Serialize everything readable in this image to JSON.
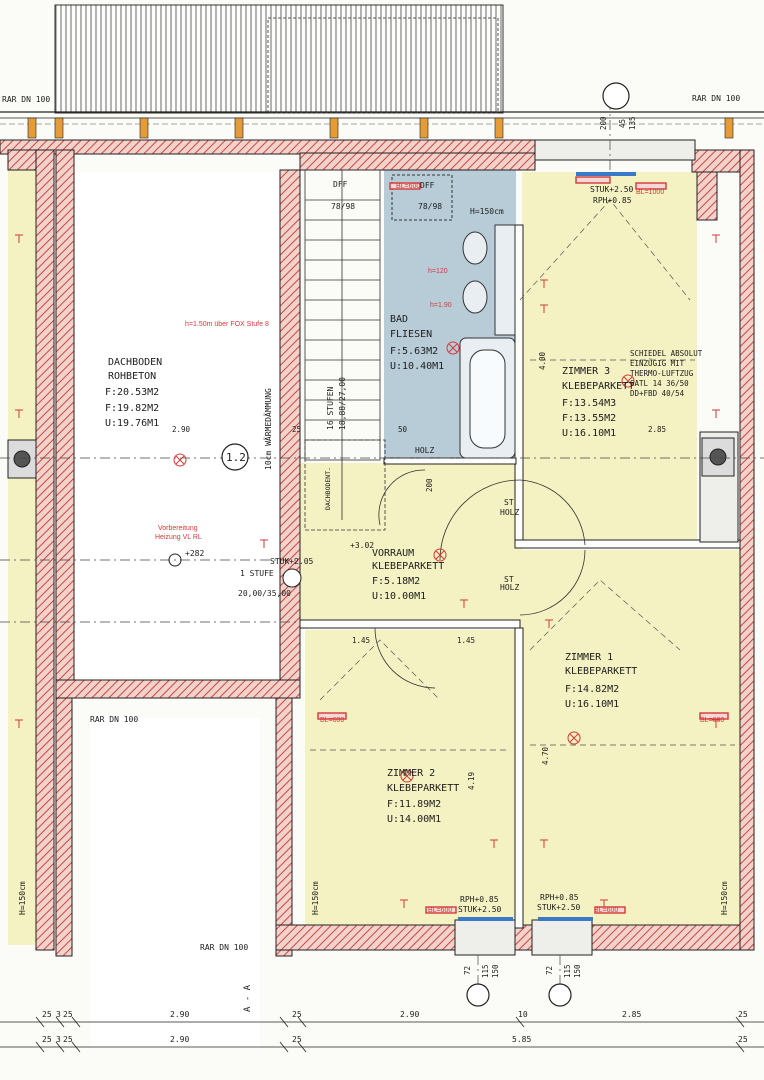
{
  "rooms": {
    "dachboden": {
      "name": "DACHBODEN",
      "floor": "ROHBETON",
      "area1": "F:20.53M2",
      "area2": "F:19.82M2",
      "perimeter": "U:19.76M1"
    },
    "bad": {
      "name": "BAD",
      "floor": "FLIESEN",
      "area": "F:5.63M2",
      "perimeter": "U:10.40M1"
    },
    "zimmer3": {
      "name": "ZIMMER 3",
      "floor": "KLEBEPARKETT",
      "area1": "F:13.54M3",
      "area2": "F:13.55M2",
      "perimeter": "U:16.10M1"
    },
    "vorraum": {
      "name": "VORRAUM",
      "floor": "KLEBEPARKETT",
      "area": "F:5.18M2",
      "perimeter": "U:10.00M1"
    },
    "zimmer1": {
      "name": "ZIMMER 1",
      "floor": "KLEBEPARKETT",
      "area": "F:14.82M2",
      "perimeter": "U:16.10M1"
    },
    "zimmer2": {
      "name": "ZIMMER 2",
      "floor": "KLEBEPARKETT",
      "area": "F:11.89M2",
      "perimeter": "U:14.00M1"
    }
  },
  "chimney_note": [
    "SCHIEDEL ABSOLUT",
    "EINZÜGIG MIT",
    "THERMO-LUFTZUG",
    "SATL 14 36/50",
    "DD+FBD 40/54"
  ],
  "labels": {
    "rar_top_left": "RAR DN 100",
    "rar_top_right": "RAR DN 100",
    "rar_mid": "RAR DN 100",
    "rar_bottom": "RAR DN 100",
    "grid_axis": "1.2",
    "section_mark": "A - A",
    "dff": "DFF",
    "dff_size": "78/98",
    "stairs_count": "16 STUFEN",
    "stairs_size": "18,88/27,00",
    "one_step": "1 STUFE",
    "one_step_size": "20,00/35,00",
    "stuk_205": "STUK+2.05",
    "stuk_250_top": "STUK+2.50",
    "rph_085_top": "RPH+0.85",
    "rph_085_b1": "RPH+0.85",
    "stuk_250_b1": "STUK+2.50",
    "rph_085_b2": "RPH+0.85",
    "stuk_250_b2": "STUK+2.50",
    "level_302": "+3.02",
    "level_282": "+282",
    "h150_top": "H=150cm",
    "h120": "h=120",
    "h190": "h=1.90",
    "h150_left": "H=150cm",
    "h150_right": "H=150cm",
    "insulation_note": "10cm WÄRMEDÄMMUNG",
    "h150_fox": "h=1.50m über FOX Stufe 8",
    "vorbereitung": "Vorbereitung",
    "heizung": "Heizung VL RL",
    "holz": "HOLZ",
    "st": "ST",
    "bl600": "BL=600",
    "bl1000": "BL=1000",
    "dachboden_note": "DACHBODENT.",
    "dim_145a": "1.45",
    "dim_145b": "1.45",
    "dim_290": "2.90",
    "dim_285": "2.85",
    "dim_400": "4.00",
    "dim_470": "4.70",
    "dim_419": "4.19",
    "dim_200": "200",
    "dim_45": "45",
    "dim_135": "135",
    "dim_72": "72",
    "dim_115": "115",
    "dim_150": "150",
    "dim_25": "25",
    "dim_50": "50"
  },
  "dimension_row1": [
    "25",
    "3",
    "25",
    "2.90",
    "25",
    "2.90",
    "10",
    "2.85",
    "25"
  ],
  "dimension_row2": [
    "25",
    "3",
    "25",
    "2.90",
    "25",
    "5.85",
    "25"
  ]
}
